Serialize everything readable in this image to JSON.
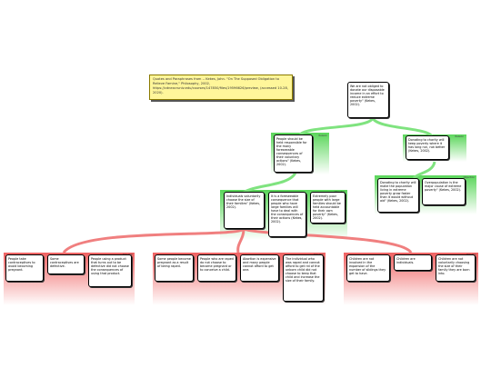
{
  "note": {
    "text": "Quotes and Paraphrases from -- Kekes, John. \"On The Supposed Obligation to Relieve Famine,\" Philosophy, 2002, https://cdnexcruniv.edu/courses/147850/files/19596626/preview, (accessed 10-28, 2020)."
  },
  "claim": {
    "text": "We are not obliged to donate our disposable income in an effort to reduce extreme poverty\" (Kekes, 2002)."
  },
  "supports": [
    {
      "text": "People should be held responsible for the many foreseeable consequences of their voluntary actions\" (Kekes, 2002)."
    },
    {
      "text": "Donating to charity will keep poverty where it has long run, not better (Kekes, 2002)."
    }
  ],
  "objections": [
    {
      "text": "Individuals voluntarily choose the size of their families\" (Kekes, 2002)."
    },
    {
      "text": "It is a foreseeable consequence that people who have large families will have to deal with the consequences of their actions (Kekes, 2002)."
    },
    {
      "text": "Extremely poor people with large families should be held accountable for their own poverty\" (Kekes, 2002)."
    },
    {
      "text": "Donating to charity will make the population living in extreme poverty grow faster than it would without aid\" (Kekes, 2002)."
    },
    {
      "text": "Overpopulation is the major cause of extreme poverty\" (Kekes, 2002)."
    }
  ],
  "rebuttals": [
    {
      "text": "People take contraceptives to avoid becoming pregnant."
    },
    {
      "text": "Some contraceptives are defective."
    },
    {
      "text": "People using a product that turns out to be defective did not choose the consequences of using that product."
    },
    {
      "text": "Some people become pregnant as a result of being raped."
    },
    {
      "text": "People who are raped do not choose to become pregnant or to conceive a child."
    },
    {
      "text": "Abortion is expensive and many people cannot afford to get one."
    },
    {
      "text": "The individual who was raped and cannot afford to get rid of the unborn child did not choose to keep that child and increase the size of their family."
    },
    {
      "text": "Children are not involved in the expansion of the number of siblings they get to have."
    },
    {
      "text": "Children are individuals."
    },
    {
      "text": "Children are not voluntarily choosing the size of their family they are born into."
    }
  ],
  "labels": {
    "support": "Reason",
    "objection": "Objection",
    "rebuttal": "Rebuttal"
  },
  "colors": {
    "support": "#5ad65a",
    "rebuttal": "#ef5a5a",
    "note": "#fff69a"
  }
}
